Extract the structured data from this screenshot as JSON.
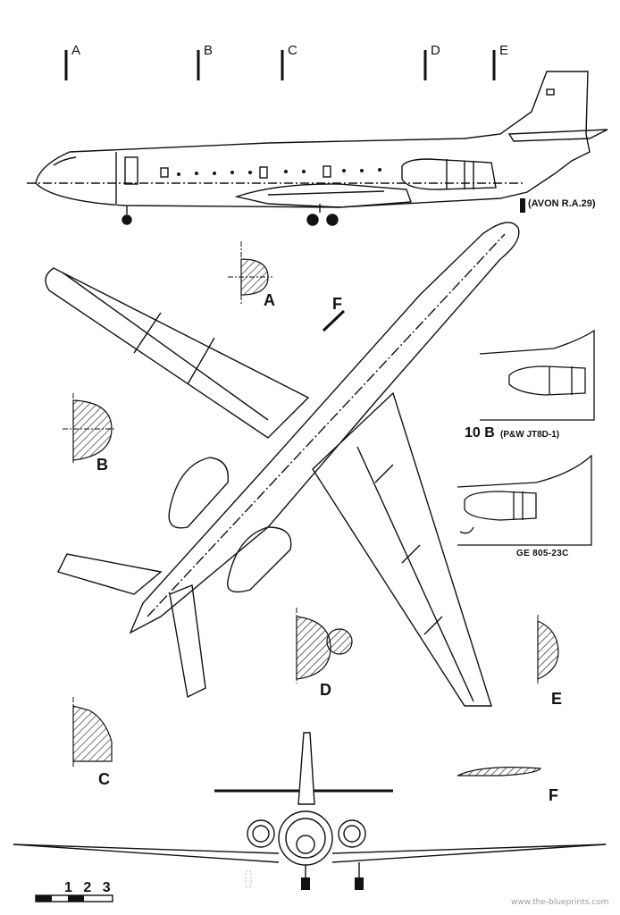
{
  "section_markers": {
    "a": "A",
    "b": "B",
    "c": "C",
    "d": "D",
    "e": "E",
    "f": "F"
  },
  "engine_labels": {
    "avon": "(AVON R.A.29)",
    "variant_10b_code": "10 B",
    "variant_10b_engine": "(P&W JT8D-1)",
    "ge_variant": "GE 805-23C"
  },
  "scale_bar": {
    "label": "1 2 3"
  },
  "watermark": "www.the-blueprints.com",
  "colors": {
    "ink": "#111111",
    "paper": "#ffffff",
    "watermark": "#9a9a9a"
  }
}
